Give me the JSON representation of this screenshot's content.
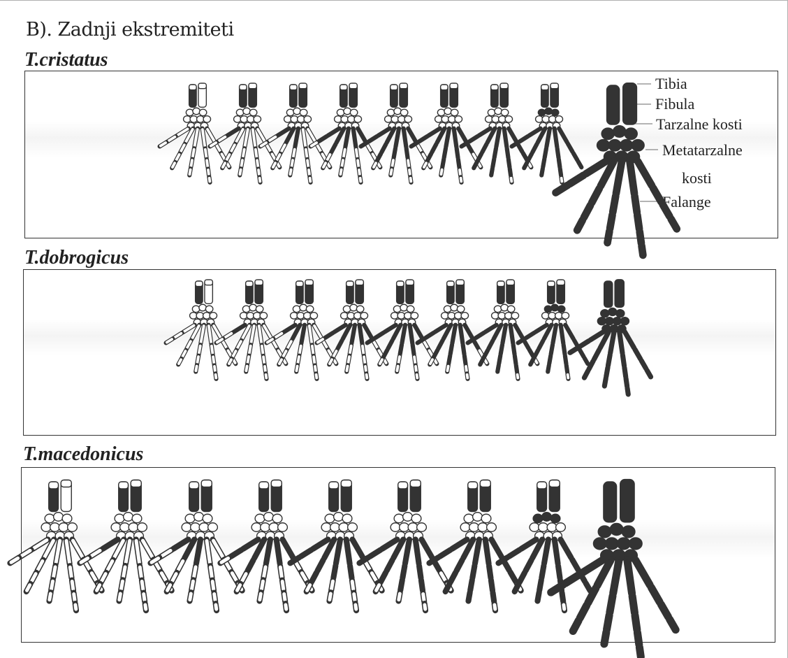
{
  "heading": "B). Zadnji ekstremiteti",
  "colors": {
    "ossified": "#333333",
    "cartilage": "#ffffff",
    "outline": "#333333",
    "panel_border": "#333333"
  },
  "icons": {
    "hindlimb": "hindlimb-skeleton-icon"
  },
  "panels": [
    {
      "species": "T.cristatus",
      "stage_count": 9,
      "labels": [
        "Tibia",
        "Fibula",
        "Tarzalne kosti",
        "Metatarzalne",
        "kosti",
        "Falange"
      ]
    },
    {
      "species": "T.dobrogicus",
      "stage_count": 9
    },
    {
      "species": "T.macedonicus",
      "stage_count": 9
    }
  ]
}
